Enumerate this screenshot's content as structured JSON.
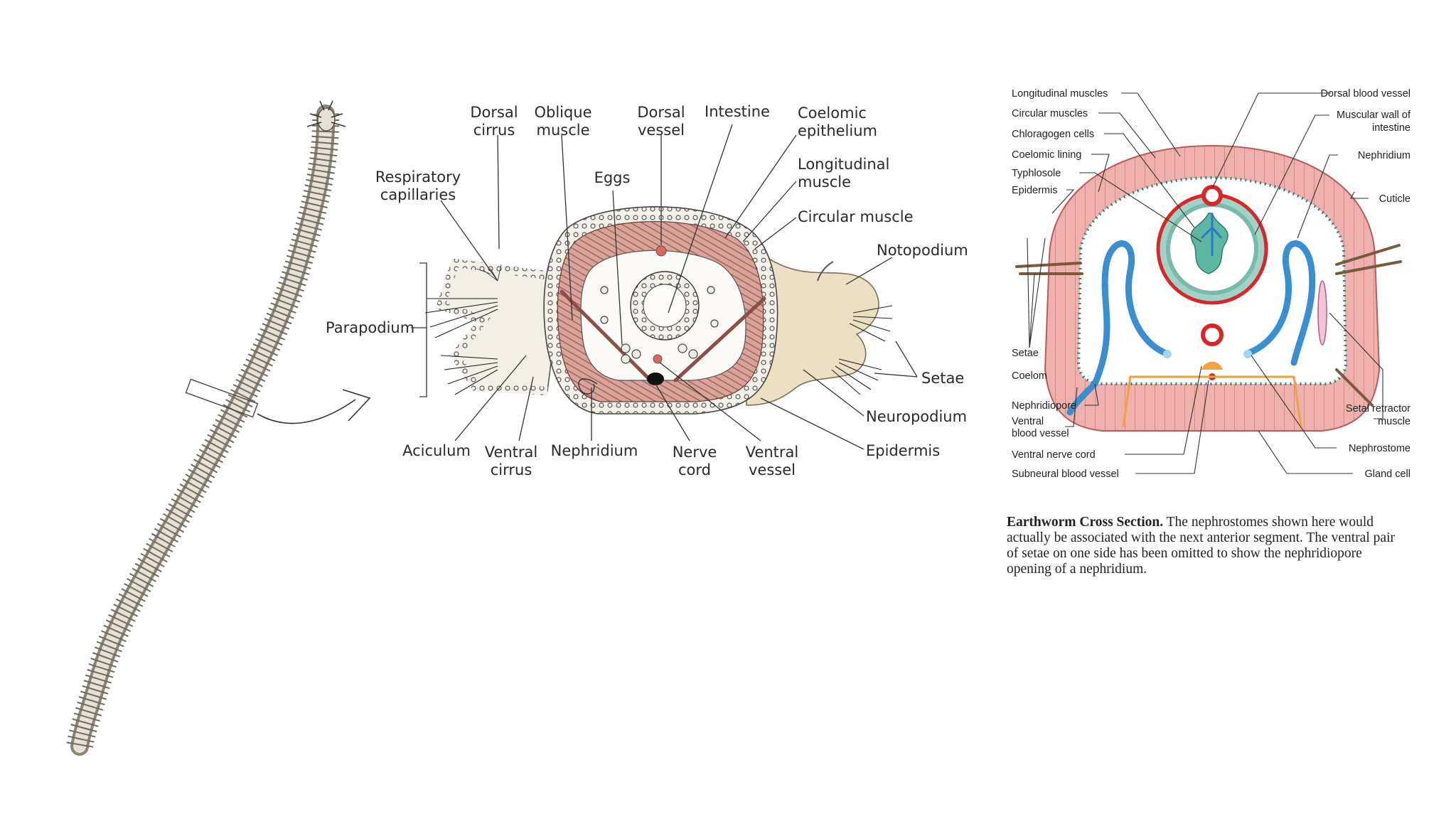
{
  "polychaete": {
    "labels": {
      "dorsal_cirrus": [
        "Dorsal",
        "cirrus"
      ],
      "oblique_muscle": [
        "Oblique",
        "muscle"
      ],
      "dorsal_vessel": [
        "Dorsal",
        "vessel"
      ],
      "intestine": [
        "Intestine"
      ],
      "coelomic_epithelium": [
        "Coelomic",
        "epithelium"
      ],
      "respiratory_capillaries": [
        "Respiratory",
        "capillaries"
      ],
      "eggs": [
        "Eggs"
      ],
      "longitudinal_muscle": [
        "Longitudinal",
        "muscle"
      ],
      "circular_muscle": [
        "Circular muscle"
      ],
      "notopodium": [
        "Notopodium"
      ],
      "parapodium": [
        "Parapodium"
      ],
      "setae": [
        "Setae"
      ],
      "neuropodium": [
        "Neuropodium"
      ],
      "epidermis": [
        "Epidermis"
      ],
      "aciculum": [
        "Aciculum"
      ],
      "ventral_cirrus": [
        "Ventral",
        "cirrus"
      ],
      "nephridium": [
        "Nephridium"
      ],
      "nerve_cord": [
        "Nerve",
        "cord"
      ],
      "ventral_vessel": [
        "Ventral",
        "vessel"
      ]
    }
  },
  "earthworm": {
    "labels": {
      "longitudinal_muscles": [
        "Longitudinal muscles"
      ],
      "circular_muscles": [
        "Circular muscles"
      ],
      "chloragogen_cells": [
        "Chloragogen cells"
      ],
      "coelomic_lining": [
        "Coelomic lining"
      ],
      "typhlosole": [
        "Typhlosole"
      ],
      "epidermis": [
        "Epidermis"
      ],
      "setae": [
        "Setae"
      ],
      "coelom": [
        "Coelom"
      ],
      "nephridiopore": [
        "Nephridiopore"
      ],
      "ventral_blood_vessel": [
        "Ventral",
        "blood vessel"
      ],
      "ventral_nerve_cord": [
        "Ventral nerve cord"
      ],
      "subneural_blood_vessel": [
        "Subneural blood vessel"
      ],
      "dorsal_blood_vessel": [
        "Dorsal blood vessel"
      ],
      "muscular_wall_of_intestine": [
        "Muscular wall of",
        "intestine"
      ],
      "nephridium": [
        "Nephridium"
      ],
      "cuticle": [
        "Cuticle"
      ],
      "setal_retractor_muscle": [
        "Setal retractor",
        "muscle"
      ],
      "nephrostome": [
        "Nephrostome"
      ],
      "gland_cell": [
        "Gland cell"
      ]
    },
    "caption": {
      "title": "Earthworm Cross Section.",
      "body": "The nephrostomes shown here would actually be associated with the next anterior segment. The ventral pair of setae on one side has been omitted to show the nephridiopore opening of a nephridium."
    }
  },
  "colors": {
    "body_wall": "#e89c9c",
    "blood_vessel": "#d8262b",
    "nephridium": "#3a8fd0",
    "coelomic_lining": "#1f8a7a",
    "nerve": "#f2a23a",
    "worm_body": "#d9d4c6",
    "parapodium": "#ece0c4"
  }
}
